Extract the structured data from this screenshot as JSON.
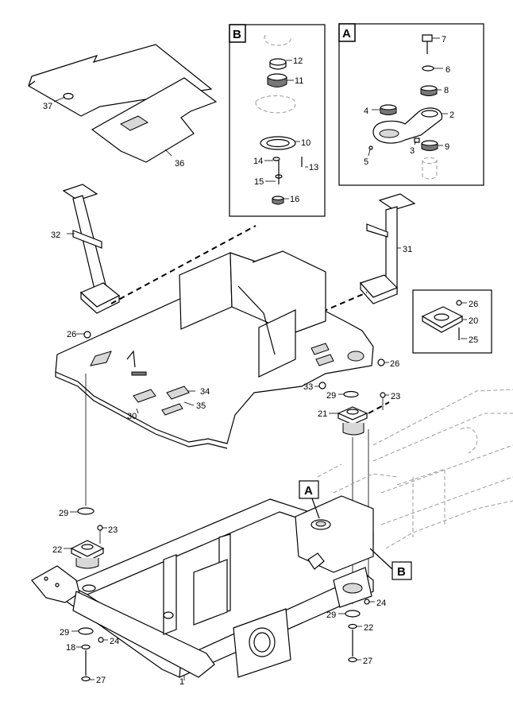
{
  "callouts": {
    "detail_a": "A",
    "detail_b": "B",
    "pointer_a": "A",
    "pointer_b": "B"
  },
  "parts": {
    "p1": "1",
    "p2": "2",
    "p3": "3",
    "p4": "4",
    "p5": "5",
    "p6": "6",
    "p7": "7",
    "p8": "8",
    "p9": "9",
    "p10": "10",
    "p11": "11",
    "p12": "12",
    "p13": "13",
    "p14": "14",
    "p15": "15",
    "p16": "16",
    "p18": "18",
    "p20": "20",
    "p21": "21",
    "p22a": "22",
    "p22b": "22",
    "p23a": "23",
    "p23b": "23",
    "p24a": "24",
    "p24b": "24",
    "p25": "25",
    "p26a": "26",
    "p26b": "26",
    "p26c": "26",
    "p27a": "27",
    "p27b": "27",
    "p29a": "29",
    "p29b": "29",
    "p29c": "29",
    "p29d": "29",
    "p30": "30",
    "p31": "31",
    "p32": "32",
    "p33": "33",
    "p34": "34",
    "p35": "35",
    "p36": "36",
    "p37": "37"
  }
}
